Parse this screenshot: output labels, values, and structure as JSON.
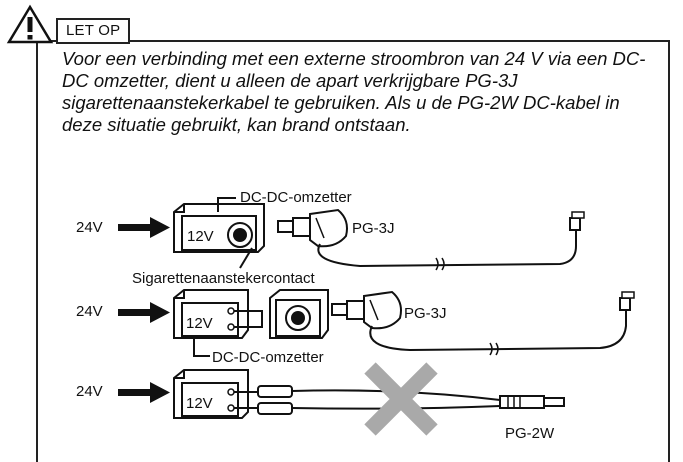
{
  "notice": {
    "tag": "LET OP",
    "text": "Voor een verbinding met een externe stroombron van 24 V via een DC-DC omzetter, dient u alleen de apart verkrijgbare PG-3J sigarettenaanstekerkabel te gebruiken. Als u de PG-2W DC-kabel in deze situatie gebruikt, kan brand ontstaan."
  },
  "diagram": {
    "input_label": "24V",
    "converter_output": "12V",
    "converter_label": "DC-DC-omzetter",
    "socket_label": "Sigarettenaanstekercontact",
    "cable_ok": "PG-3J",
    "cable_bad": "PG-2W"
  },
  "colors": {
    "prohibited_mark": "#a9a9a9",
    "line": "#111111"
  }
}
